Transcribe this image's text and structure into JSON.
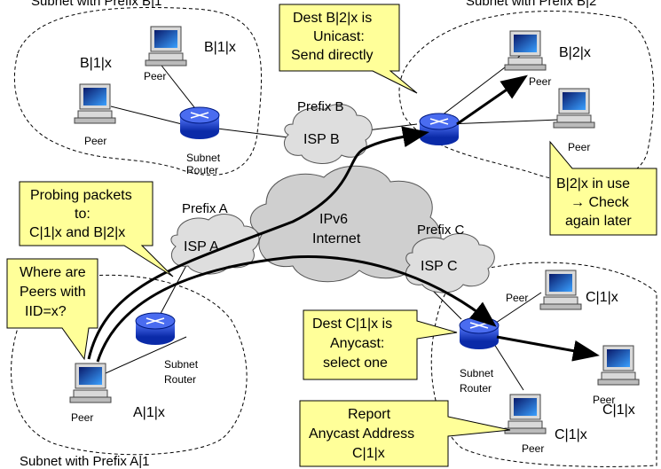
{
  "subnets": {
    "b1": "Subnet with Prefix B|1",
    "b2": "Subnet with Prefix B|2",
    "a1": "Subnet with Prefix A|1"
  },
  "clouds": {
    "internet": [
      "IPv6",
      "Internet"
    ],
    "isp_a": "ISP A",
    "isp_b": "ISP B",
    "isp_c": "ISP C"
  },
  "prefixes": {
    "a": "Prefix A",
    "b": "Prefix B",
    "c": "Prefix C"
  },
  "routers": {
    "subnet_router": [
      "Subnet",
      "Router"
    ]
  },
  "nodes": {
    "peer_label": "Peer",
    "b1x": "B|1|x",
    "b2x": "B|2|x",
    "a1x": "A|1|x",
    "c1x": "C|1|x"
  },
  "callouts": {
    "dest_b2x": [
      "Dest B|2|x is",
      "Unicast:",
      "Send directly"
    ],
    "probing": [
      "Probing packets",
      "to:",
      "C|1|x and B|2|x"
    ],
    "where_peers": [
      "Where are",
      "Peers with",
      "IID=x?"
    ],
    "in_use": [
      "B|2|x in use",
      "→ Check",
      "again later"
    ],
    "dest_c1x": [
      "Dest C|1|x is",
      "Anycast:",
      "select one"
    ],
    "report": [
      "Report",
      "Anycast Address",
      "C|1|x"
    ]
  },
  "colors": {
    "callout_fill": "#ffff99",
    "router_blue": "#1a3fd0",
    "cloud_gray": "#c8c8c8",
    "line": "#000000"
  }
}
